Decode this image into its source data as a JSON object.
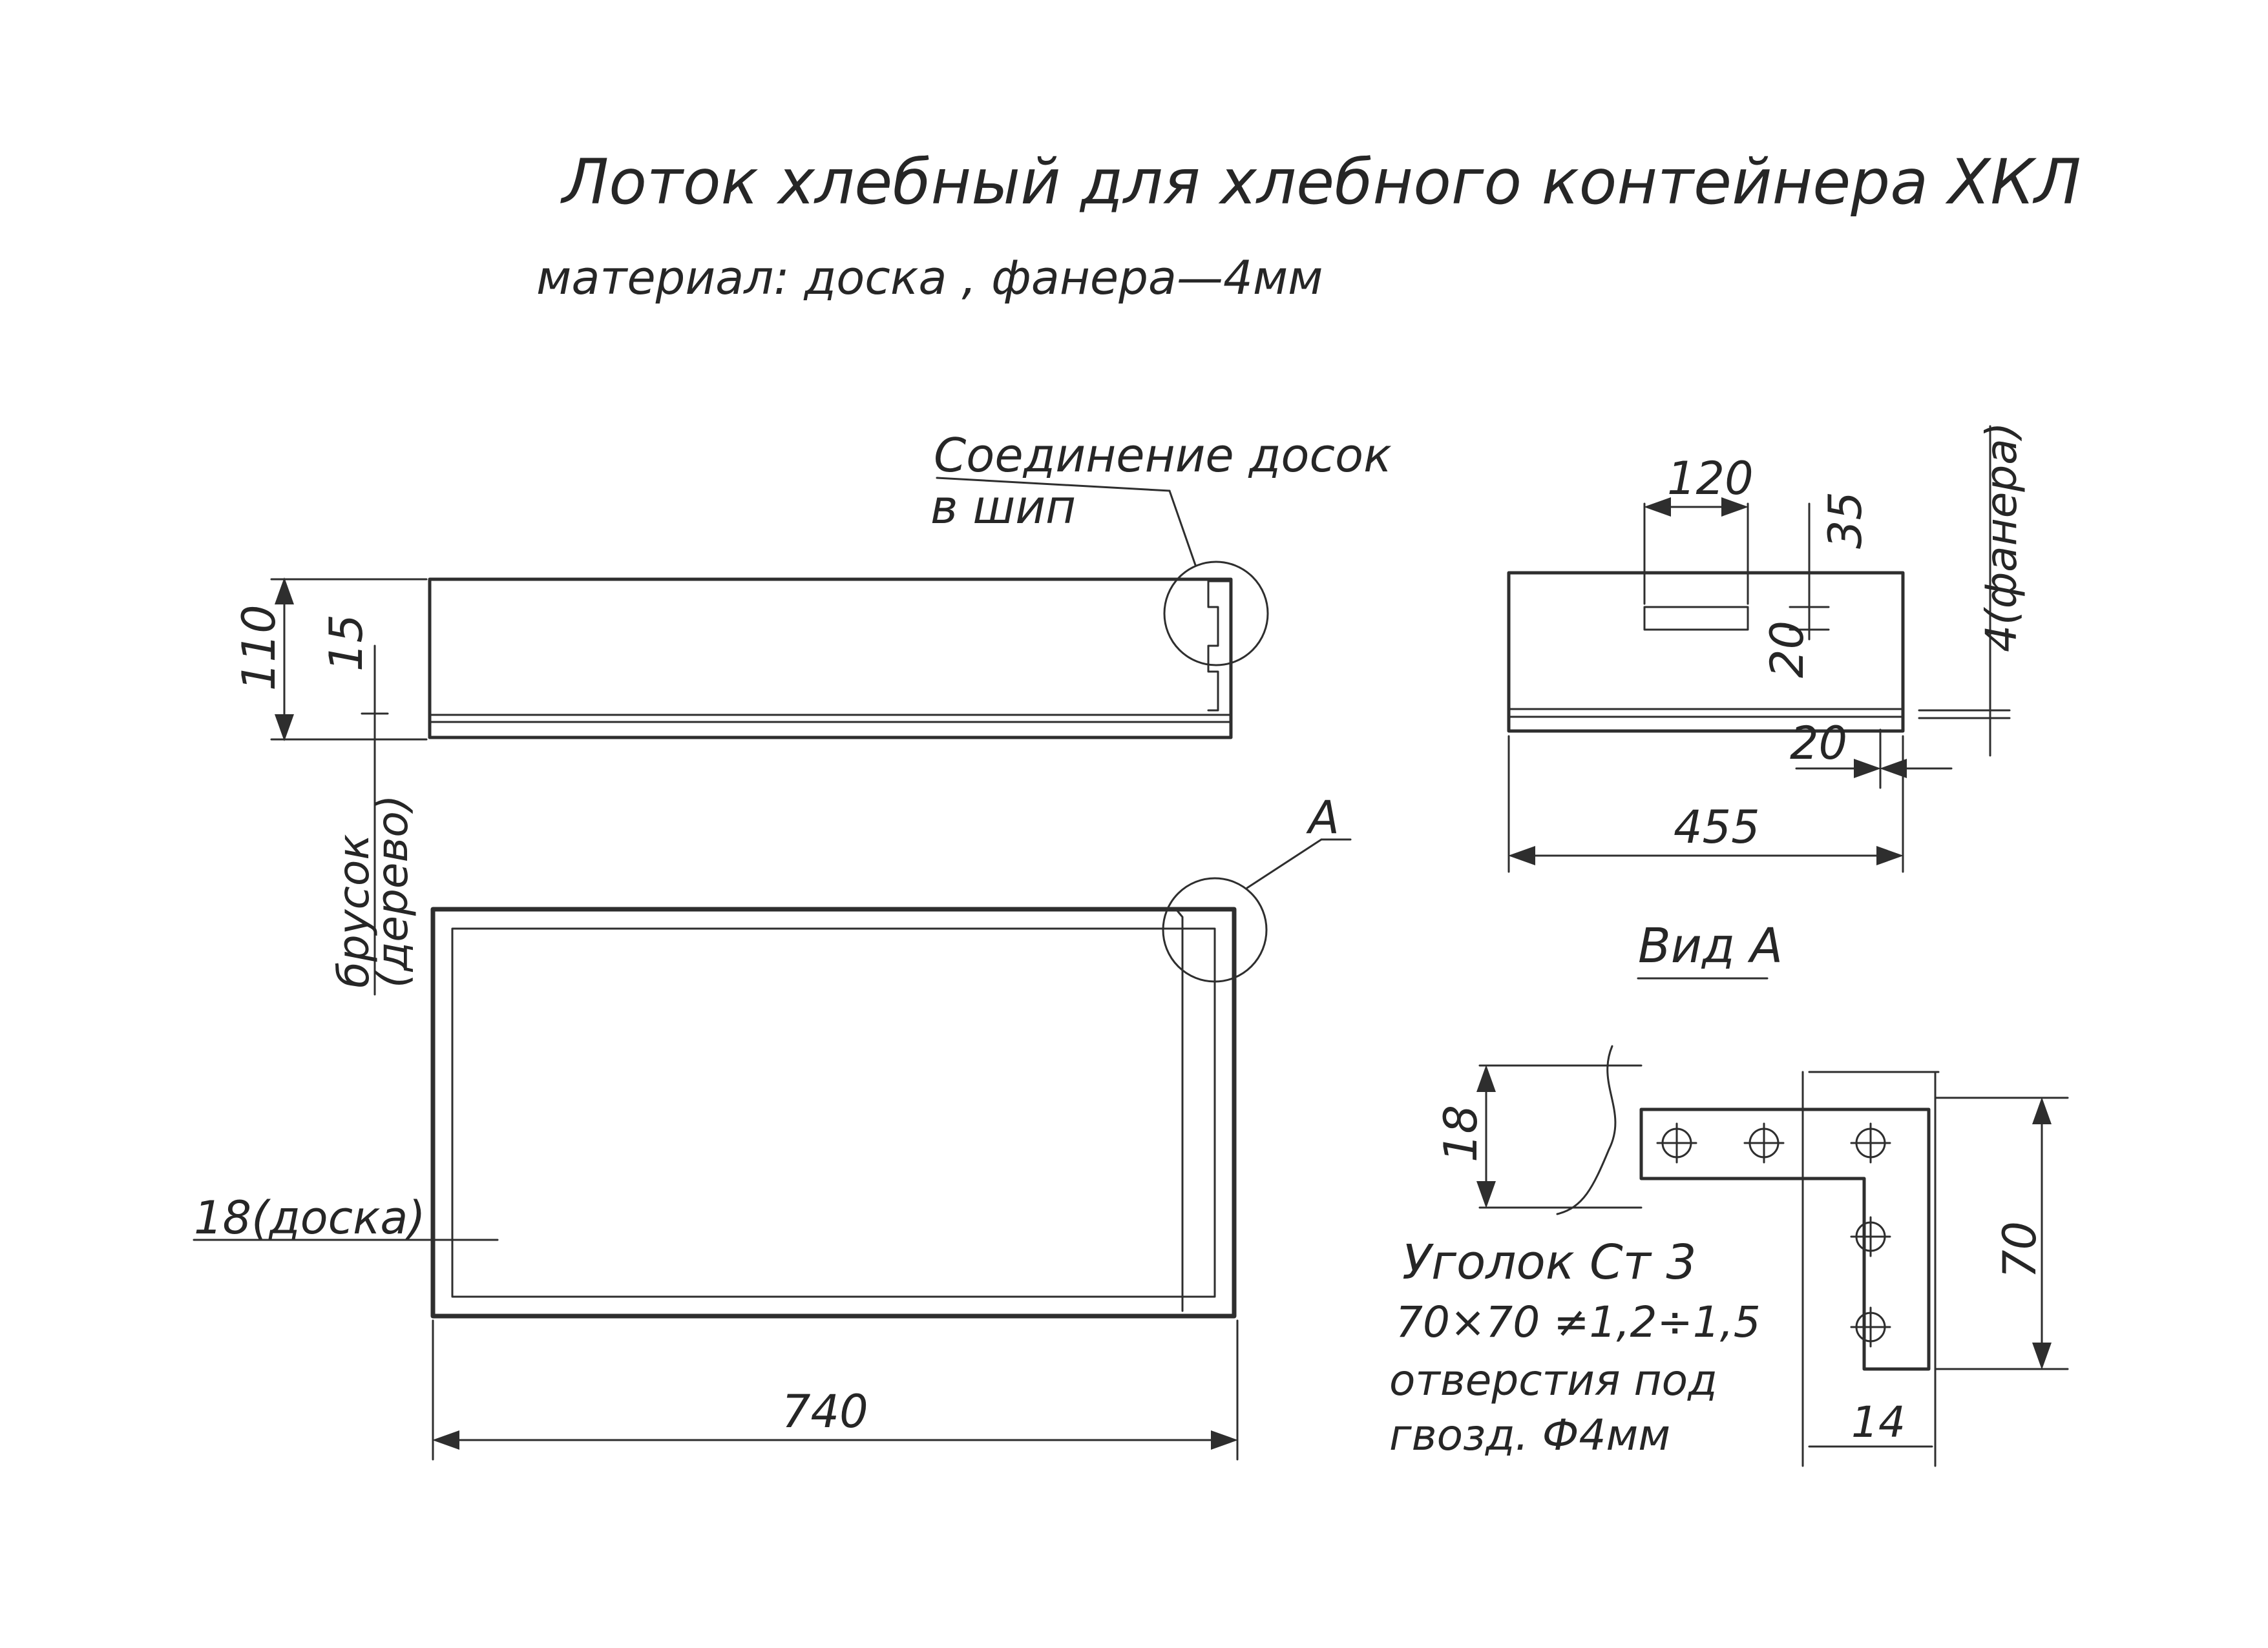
{
  "title": "Лоток хлебный для хлебного контейнера ХКЛ",
  "material": "материал: доска , фанера—4мм",
  "front_view": {
    "callout_joint": [
      "Соединение досок",
      "в шип"
    ],
    "dim_height": "110",
    "dim_bottom": "15"
  },
  "top_view": {
    "callout_letter": "А",
    "side_label": [
      "брусок",
      "(дерево)"
    ],
    "board_label": "18(доска)",
    "dim_length": "740"
  },
  "side_view": {
    "dim_slot_width": "120",
    "dim_slot_offset": "35",
    "dim_slot_height": "20",
    "dim_bottom_gap": "20",
    "dim_width": "455",
    "plywood_label": "4(фанера)"
  },
  "view_a": {
    "heading": "Вид А",
    "dim_leg": "18",
    "dim_side": "70",
    "dim_bottom": "14",
    "note": [
      "Уголок Ст 3",
      "70×70 ≠1,2÷1,5",
      "отверстия под",
      "гвозд. Ф4мм"
    ]
  }
}
